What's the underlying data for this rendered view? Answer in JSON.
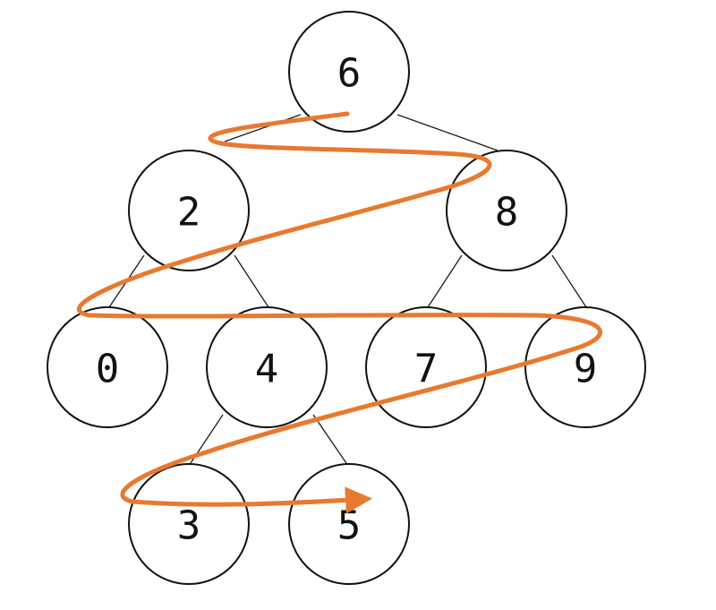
{
  "diagram": {
    "type": "binary-search-tree",
    "traversal": "level-order",
    "root": "6",
    "nodes": [
      {
        "id": "n6",
        "label": "6"
      },
      {
        "id": "n2",
        "label": "2"
      },
      {
        "id": "n8",
        "label": "8"
      },
      {
        "id": "n0",
        "label": "0"
      },
      {
        "id": "n4",
        "label": "4"
      },
      {
        "id": "n7",
        "label": "7"
      },
      {
        "id": "n9",
        "label": "9"
      },
      {
        "id": "n3",
        "label": "3"
      },
      {
        "id": "n5",
        "label": "5"
      }
    ],
    "edges": [
      {
        "from": "6",
        "to": "2"
      },
      {
        "from": "6",
        "to": "8"
      },
      {
        "from": "2",
        "to": "0"
      },
      {
        "from": "2",
        "to": "4"
      },
      {
        "from": "8",
        "to": "7"
      },
      {
        "from": "8",
        "to": "9"
      },
      {
        "from": "4",
        "to": "3"
      },
      {
        "from": "4",
        "to": "5"
      }
    ],
    "traversal_order": [
      "6",
      "2",
      "8",
      "0",
      "4",
      "7",
      "9",
      "3",
      "5"
    ],
    "colors": {
      "node_stroke": "#111111",
      "edge_stroke": "#1a1a1a",
      "traversal_path": "#E8792F"
    },
    "icons": {
      "arrow": "arrowhead-icon"
    }
  }
}
